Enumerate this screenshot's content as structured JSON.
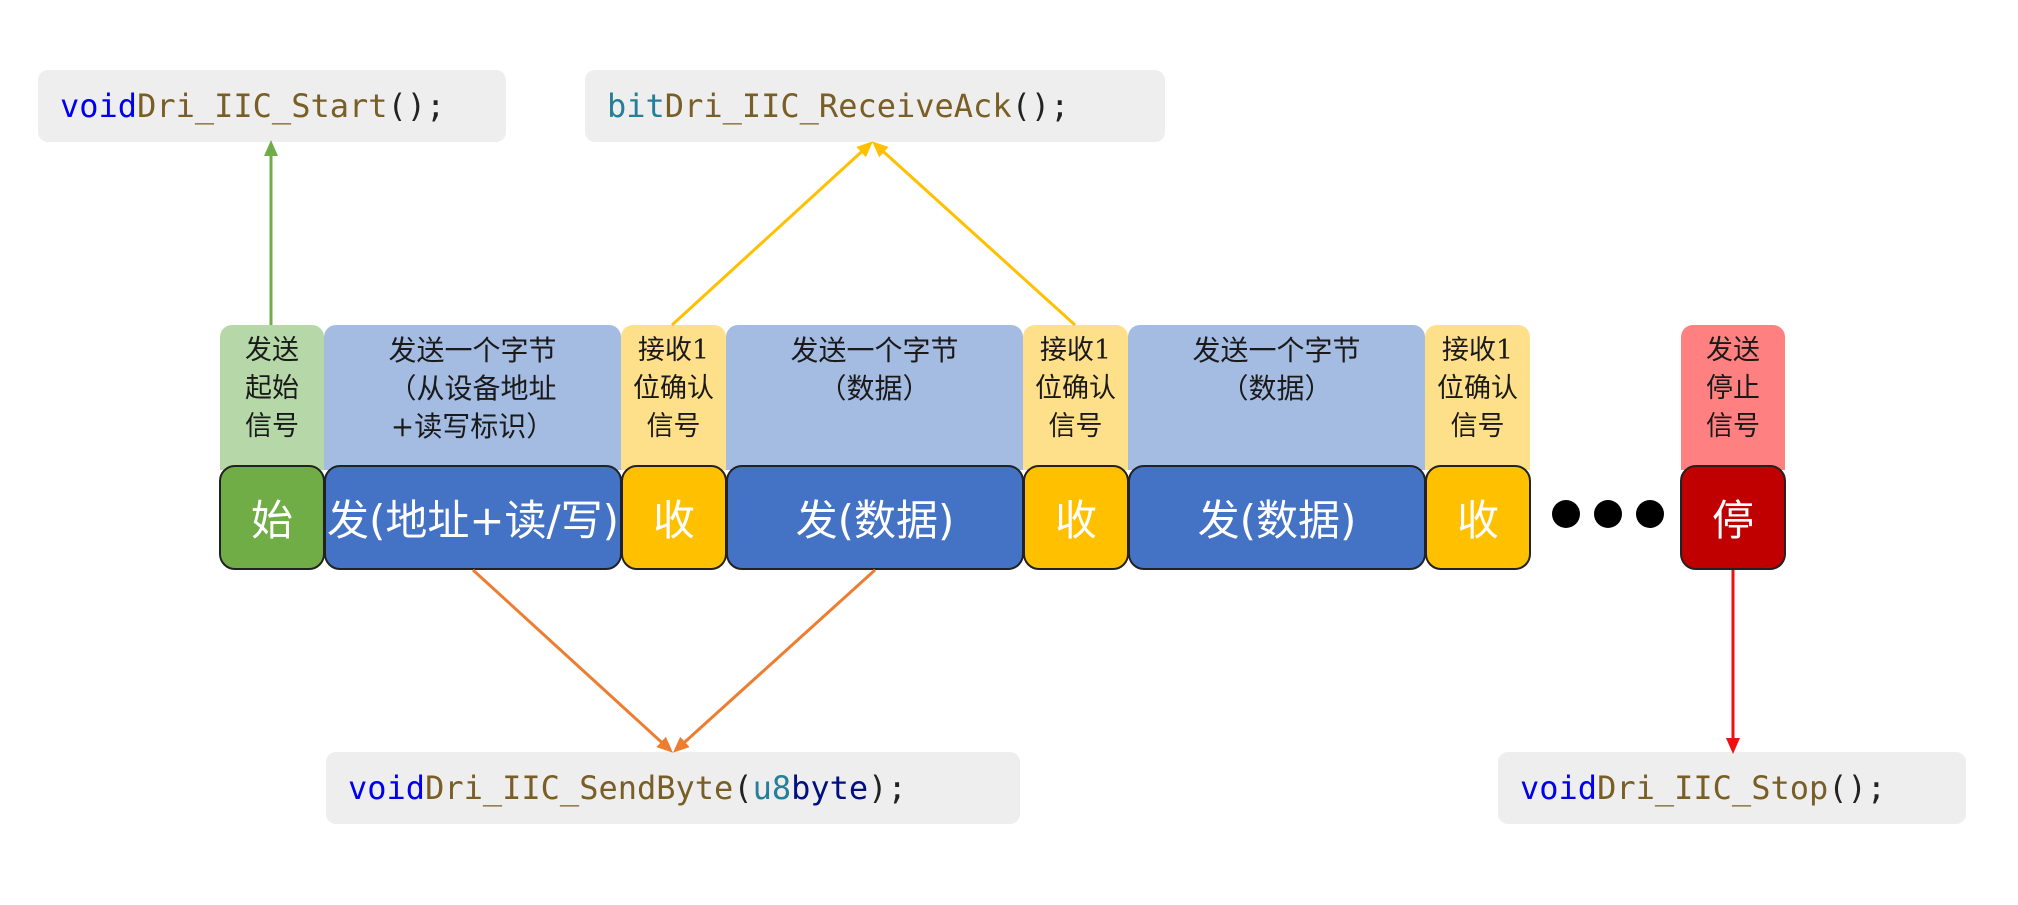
{
  "colors": {
    "green_light": "#b6d7a8",
    "green": "#70ad47",
    "blue_light": "#a4bbe2",
    "blue": "#4472c4",
    "yellow_light": "#ffe08a",
    "yellow": "#ffc000",
    "red_light": "#ff8080",
    "red": "#c00000",
    "arrow_green": "#70ad47",
    "arrow_yellow": "#ffc000",
    "arrow_orange": "#ed7d31",
    "arrow_red": "#ee1111"
  },
  "functions": {
    "start": {
      "ret": "void",
      "name": "Dri_IIC_Start",
      "punct": "();"
    },
    "ack": {
      "ret": "bit",
      "name": "Dri_IIC_ReceiveAck",
      "punct": "();"
    },
    "send": {
      "ret": "void",
      "name": "Dri_IIC_SendByte",
      "open": "(",
      "ptype": "u8",
      "pname": "byte",
      "close": ");"
    },
    "stop": {
      "ret": "void",
      "name": "Dri_IIC_Stop",
      "punct": "();"
    }
  },
  "segments": [
    {
      "label": "发送\n起始\n信号",
      "box": "始"
    },
    {
      "label": "发送一个字节\n（从设备地址\n+读写标识）",
      "box": "发(地址+读/写)"
    },
    {
      "label": "接收1\n位确认\n信号",
      "box": "收"
    },
    {
      "label": "发送一个字节\n（数据）",
      "box": "发(数据)"
    },
    {
      "label": "接收1\n位确认\n信号",
      "box": "收"
    },
    {
      "label": "发送一个字节\n（数据）",
      "box": "发(数据)"
    },
    {
      "label": "接收1\n位确认\n信号",
      "box": "收"
    },
    {
      "label": "发送\n停止\n信号",
      "box": "停"
    }
  ]
}
